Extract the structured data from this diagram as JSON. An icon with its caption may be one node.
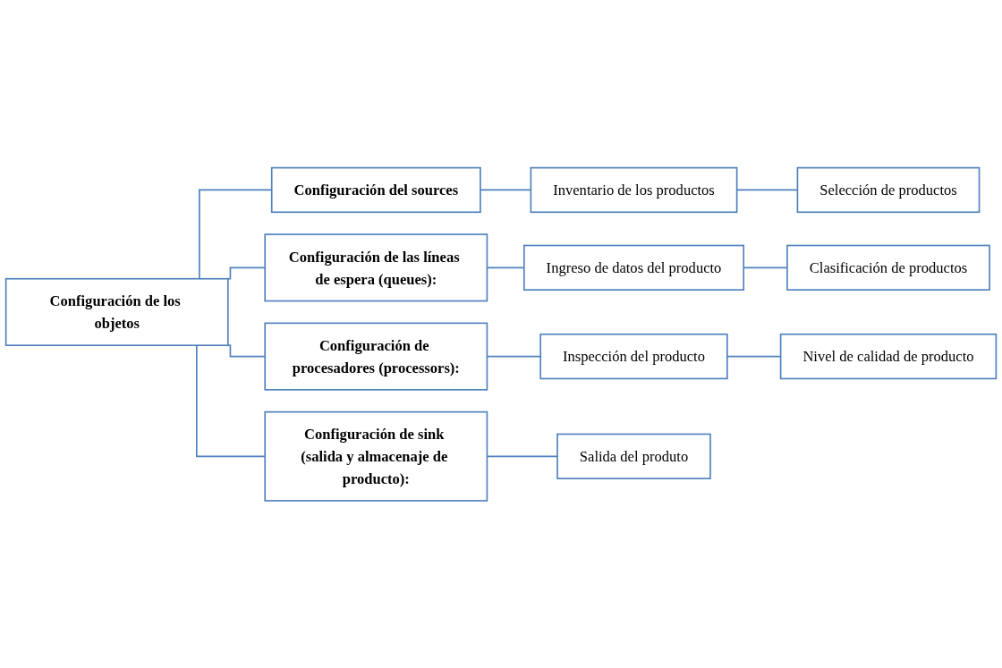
{
  "diagram": {
    "nodes": [
      {
        "text": [
          "Configuración de los objetos"
        ]
      },
      {
        "text": [
          "Configuración del sources"
        ]
      },
      {
        "text": [
          "Inventario de los productos"
        ]
      },
      {
        "text": [
          "Selección de productos"
        ]
      },
      {
        "text": [
          "Configuración de las líneas de espera (queues):"
        ]
      },
      {
        "text": [
          "Ingreso de datos del producto"
        ]
      },
      {
        "text": [
          "Clasificación de productos"
        ]
      },
      {
        "text": [
          "Configuración de procesadores (processors):"
        ]
      },
      {
        "text": [
          "Inspección del producto"
        ]
      },
      {
        "text": [
          "Nivel de calidad de producto"
        ]
      },
      {
        "text": [
          "Configuración de sink (salida y almacenaje de producto):"
        ]
      },
      {
        "text": [
          "Salida del produto"
        ]
      }
    ],
    "edges": [
      {
        "from": 0,
        "to": 1,
        "arrow": "none"
      },
      {
        "from": 0,
        "to": 4,
        "arrow": "none"
      },
      {
        "from": 0,
        "to": 7,
        "arrow": "none"
      },
      {
        "from": 0,
        "to": 10,
        "arrow": "none"
      },
      {
        "from": 1,
        "to": 2,
        "arrow": "none"
      },
      {
        "from": 2,
        "to": 3,
        "arrow": "none"
      },
      {
        "from": 4,
        "to": 5,
        "arrow": "none"
      },
      {
        "from": 5,
        "to": 6,
        "arrow": "none"
      },
      {
        "from": 7,
        "to": 8,
        "arrow": "none"
      },
      {
        "from": 8,
        "to": 9,
        "arrow": "none"
      },
      {
        "from": 10,
        "to": 11,
        "arrow": "none"
      }
    ]
  }
}
